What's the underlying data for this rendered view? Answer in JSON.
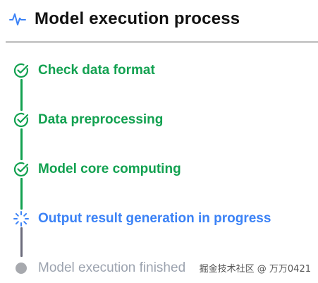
{
  "header": {
    "title": "Model execution process",
    "icon": "activity-pulse-icon",
    "icon_color": "#3b82f6"
  },
  "steps": [
    {
      "label": "Check data format",
      "status": "done",
      "icon": "check-circle-icon"
    },
    {
      "label": "Data preprocessing",
      "status": "done",
      "icon": "check-circle-icon"
    },
    {
      "label": "Model core computing",
      "status": "done",
      "icon": "check-circle-icon"
    },
    {
      "label": "Output result generation in progress",
      "status": "active",
      "icon": "loading-spinner-icon"
    },
    {
      "label": "Model execution finished",
      "status": "pending",
      "icon": "pending-dot-icon"
    }
  ],
  "colors": {
    "done": "#12a150",
    "active": "#3b82f6",
    "pending": "#9ca3af",
    "connector_pending": "#6b6b7b"
  },
  "watermark": "掘金技术社区 @ 万万0421"
}
